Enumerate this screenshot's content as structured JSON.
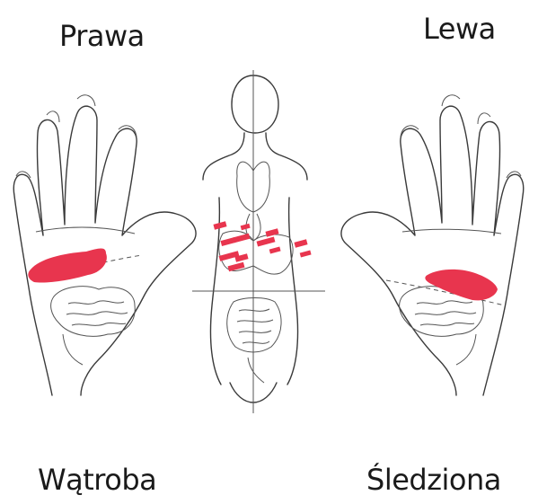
{
  "labels": {
    "right_hand": "Prawa",
    "left_hand": "Lewa",
    "right_organ": "Wątroba",
    "left_organ": "Śledziona"
  },
  "colors": {
    "highlight": "#e8354e",
    "line": "#3a3a3a",
    "background": "#ffffff"
  }
}
